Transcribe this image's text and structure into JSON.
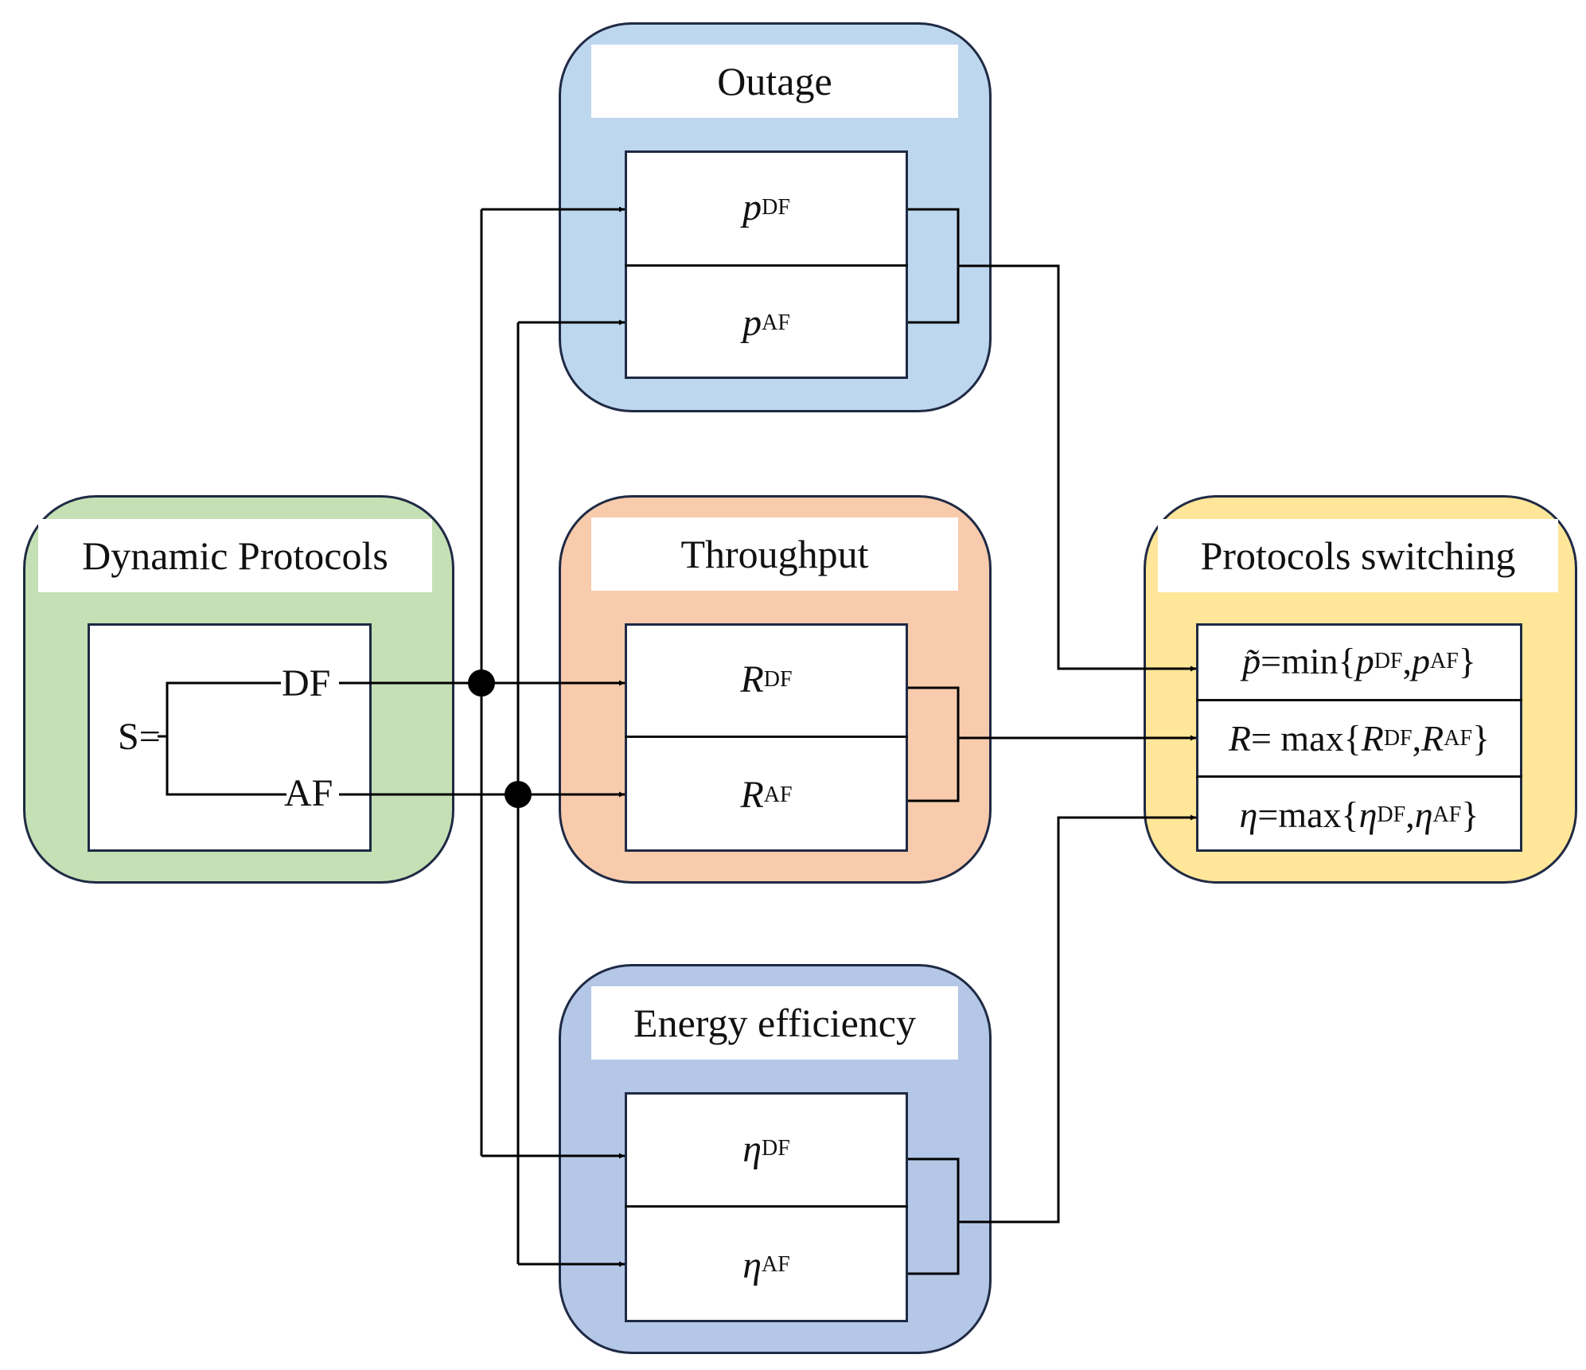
{
  "colors": {
    "dynamic": "#c5e0b4",
    "outage": "#bdd7ee",
    "throughput": "#f8cbad",
    "energy": "#b4c7e7",
    "switching": "#ffe699",
    "border": "#1f2a44",
    "line": "#000000"
  },
  "dynamic_protocols": {
    "title": "Dynamic Protocols",
    "s_label": "S=",
    "df_label": "DF",
    "af_label": "AF"
  },
  "outage": {
    "title": "Outage",
    "row1": {
      "symbol": "p",
      "sub": "DF"
    },
    "row2": {
      "symbol": "p",
      "sub": "AF"
    }
  },
  "throughput": {
    "title": "Throughput",
    "row1": {
      "symbol": "R",
      "sup": "DF"
    },
    "row2": {
      "symbol": "R",
      "sup": "AF"
    }
  },
  "energy_efficiency": {
    "title": "Energy efficiency",
    "row1": {
      "symbol": "η",
      "sup": "DF"
    },
    "row2": {
      "symbol": "η",
      "sup": "AF"
    }
  },
  "protocols_switching": {
    "title": "Protocols switching",
    "outage_formula": {
      "lhs": "p̃",
      "eq": "=min{",
      "a": "p",
      "a_sub": "DF",
      "sep": ",",
      "b": "p",
      "b_sub": "AF",
      "close": "}"
    },
    "throughput_formula": {
      "lhs": "R",
      "eq": "= max{",
      "a": "R",
      "a_sup": "DF",
      "sep": ",",
      "b": "R",
      "b_sup": "AF",
      "close": "}"
    },
    "energy_formula": {
      "lhs": "η",
      "eq": "=max{",
      "a": "η",
      "a_sup": "DF",
      "sep": ", ",
      "b": "η",
      "b_sup": "AF",
      "close": "}"
    }
  }
}
